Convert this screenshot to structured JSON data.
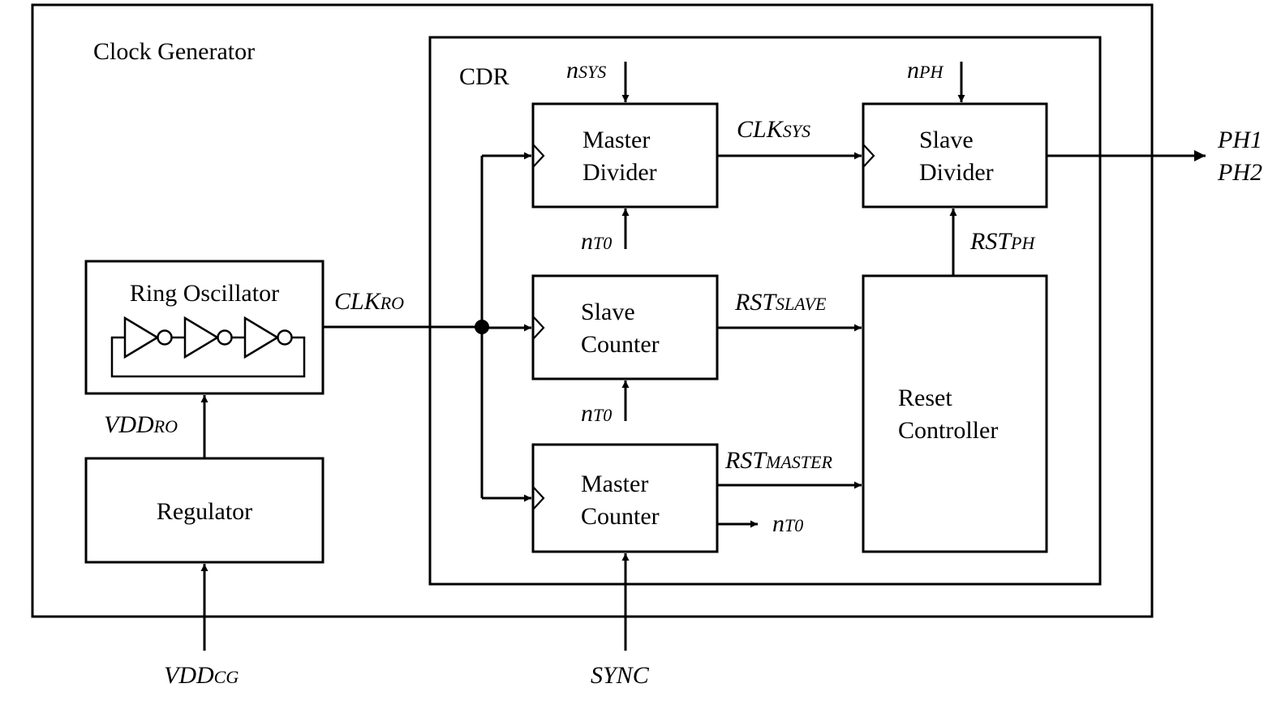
{
  "containers": {
    "clock_generator": "Clock Generator",
    "cdr": "CDR"
  },
  "blocks": {
    "ring_oscillator": "Ring Oscillator",
    "regulator": "Regulator",
    "master_divider": [
      "Master",
      "Divider"
    ],
    "slave_counter": [
      "Slave",
      "Counter"
    ],
    "master_counter": [
      "Master",
      "Counter"
    ],
    "slave_divider": [
      "Slave",
      "Divider"
    ],
    "reset_controller": [
      "Reset",
      "Controller"
    ]
  },
  "signals": {
    "clk_ro": {
      "base": "CLK",
      "sub": "RO"
    },
    "vdd_ro": {
      "base": "VDD",
      "sub": "RO"
    },
    "vdd_cg": {
      "base": "VDD",
      "sub": "CG"
    },
    "sync": "SYNC",
    "n_sys": {
      "base": "n",
      "sub": "SYS"
    },
    "n_ph": {
      "base": "n",
      "sub": "PH"
    },
    "clk_sys": {
      "base": "CLK",
      "sub": "SYS"
    },
    "n_t0": {
      "base": "n",
      "sub": "T0"
    },
    "rst_slave": {
      "base": "RST",
      "sub": "SLAVE"
    },
    "rst_master": {
      "base": "RST",
      "sub": "MASTER"
    },
    "rst_ph": {
      "base": "RST",
      "sub": "PH"
    },
    "ph1": "PH1",
    "ph2": "PH2"
  }
}
